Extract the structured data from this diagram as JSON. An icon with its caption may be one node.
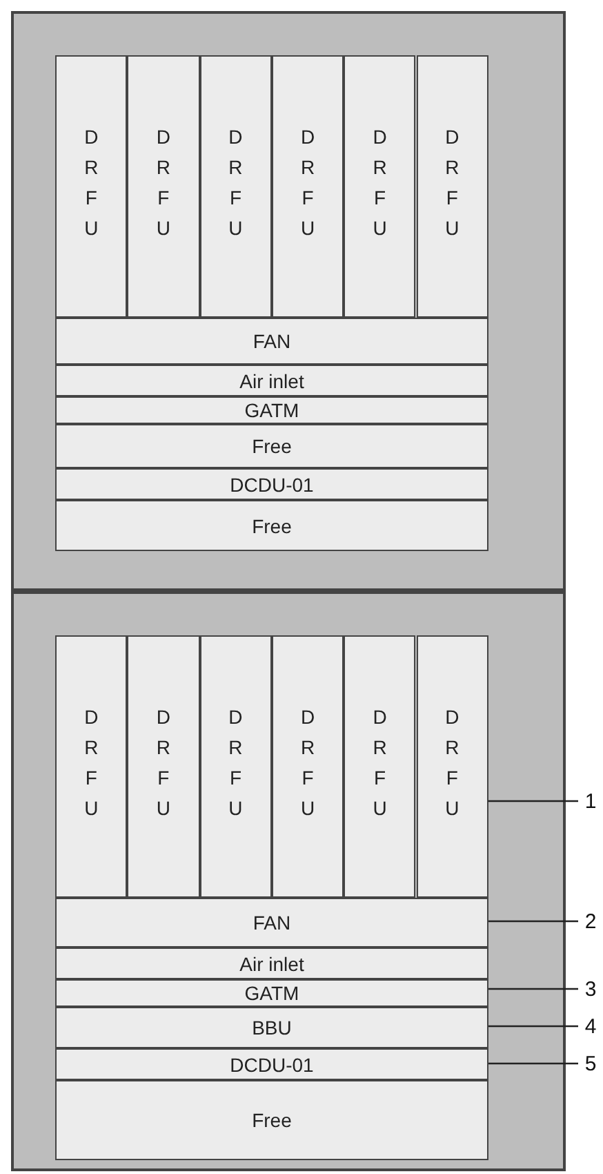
{
  "diagram": {
    "nodes": [
      {
        "text": [],
        "shape": "box"
      },
      {
        "text": [
          "DRFU"
        ],
        "in": 0
      },
      {
        "text": [
          "DRFU"
        ],
        "in": 0
      },
      {
        "text": [
          "DRFU"
        ],
        "in": 0
      },
      {
        "text": [
          "DRFU"
        ],
        "in": 0
      },
      {
        "text": [
          "DRFU"
        ],
        "in": 0
      },
      {
        "text": [
          "DRFU"
        ],
        "in": 0
      },
      {
        "text": [
          "FAN"
        ],
        "in": 0
      },
      {
        "text": [
          "Air inlet"
        ],
        "in": 0
      },
      {
        "text": [
          "GATM"
        ],
        "in": 0
      },
      {
        "text": [
          "Free"
        ],
        "in": 0
      },
      {
        "text": [
          "DCDU-01"
        ],
        "in": 0
      },
      {
        "text": [
          "Free"
        ],
        "in": 0
      },
      {
        "text": [],
        "shape": "box"
      },
      {
        "text": [
          "DRFU"
        ],
        "in": 13
      },
      {
        "text": [
          "DRFU"
        ],
        "in": 13
      },
      {
        "text": [
          "DRFU"
        ],
        "in": 13
      },
      {
        "text": [
          "DRFU"
        ],
        "in": 13
      },
      {
        "text": [
          "DRFU"
        ],
        "in": 13
      },
      {
        "text": [
          "DRFU"
        ],
        "in": 13
      },
      {
        "text": [
          "FAN"
        ],
        "in": 13
      },
      {
        "text": [
          "Air inlet"
        ],
        "in": 13
      },
      {
        "text": [
          "GATM"
        ],
        "in": 13
      },
      {
        "text": [
          "BBU"
        ],
        "in": 13
      },
      {
        "text": [
          "DCDU-01"
        ],
        "in": 13
      },
      {
        "text": [
          "Free"
        ],
        "in": 13
      },
      {
        "text": [
          "1"
        ]
      },
      {
        "text": [
          "2"
        ]
      },
      {
        "text": [
          "3"
        ]
      },
      {
        "text": [
          "4"
        ]
      },
      {
        "text": [
          "5"
        ]
      }
    ],
    "edges": [
      {
        "from": 26,
        "to": 19,
        "arrow": "none"
      },
      {
        "from": 27,
        "to": 20,
        "arrow": "none"
      },
      {
        "from": 28,
        "to": 22,
        "arrow": "none"
      },
      {
        "from": 29,
        "to": 23,
        "arrow": "none"
      },
      {
        "from": 30,
        "to": 24,
        "arrow": "none"
      }
    ]
  }
}
